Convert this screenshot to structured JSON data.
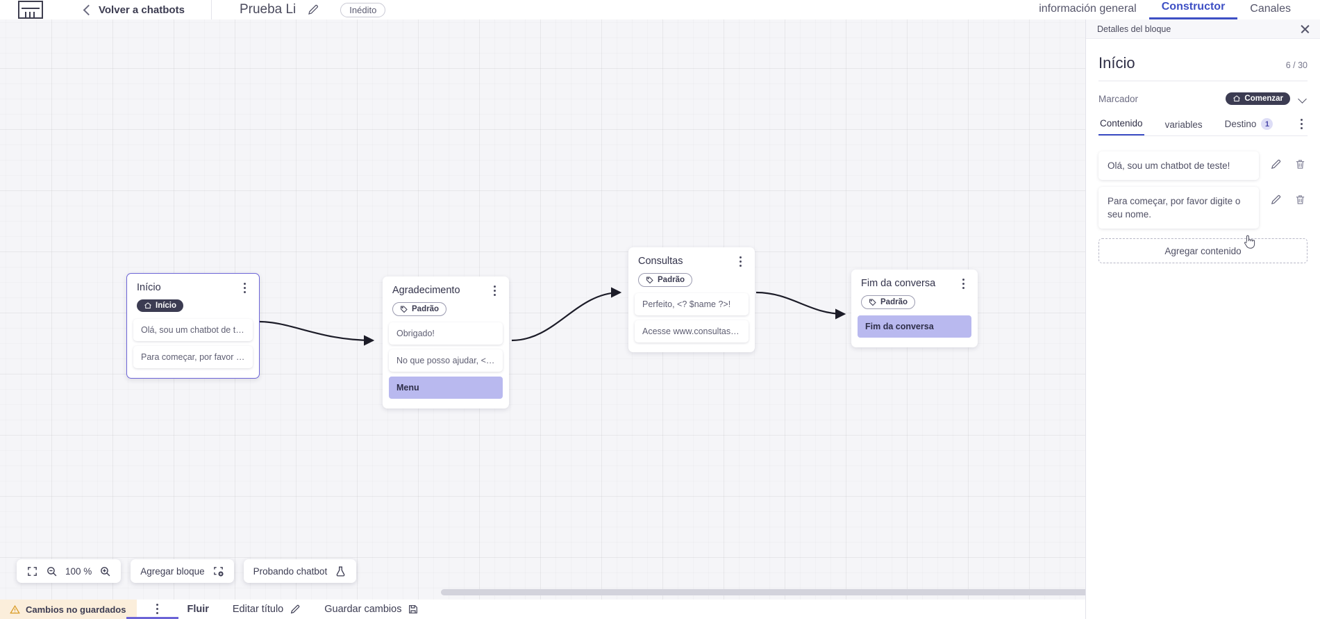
{
  "topbar": {
    "logo_name": "via-logo",
    "back_label": "Volver a chatbots",
    "bot_name": "Prueba Li",
    "edit_icon": "pencil-icon",
    "status_pill": "Inédito",
    "tabs": [
      {
        "label": "información general",
        "active": false
      },
      {
        "label": "Constructor",
        "active": true
      },
      {
        "label": "Canales",
        "active": false
      }
    ]
  },
  "canvas": {
    "nodes": [
      {
        "id": "inicio",
        "title": "Início",
        "tag": {
          "label": "Início",
          "style": "dark",
          "icon": "home-icon"
        },
        "selected": true,
        "messages": [
          {
            "text": "Olá, sou um chatbot de teste!",
            "style": "plain"
          },
          {
            "text": "Para começar, por favor digite o ...",
            "style": "plain"
          }
        ]
      },
      {
        "id": "agradecimento",
        "title": "Agradecimento",
        "tag": {
          "label": "Padrão",
          "style": "light",
          "icon": "tag-icon"
        },
        "selected": false,
        "messages": [
          {
            "text": "Obrigado!",
            "style": "plain"
          },
          {
            "text": "No que posso ajudar, <? $name ...",
            "style": "plain"
          },
          {
            "text": "Menu",
            "style": "menu"
          }
        ]
      },
      {
        "id": "consultas",
        "title": "Consultas",
        "tag": {
          "label": "Padrão",
          "style": "light",
          "icon": "tag-icon"
        },
        "selected": false,
        "messages": [
          {
            "text": "Perfeito, <? $name ?>!",
            "style": "plain"
          },
          {
            "text": "Acesse www.consultas.com par...",
            "style": "plain"
          }
        ]
      },
      {
        "id": "fim",
        "title": "Fim da conversa",
        "tag": {
          "label": "Padrão",
          "style": "light",
          "icon": "tag-icon"
        },
        "selected": false,
        "messages": [
          {
            "text": "Fim da conversa",
            "style": "menu"
          }
        ]
      }
    ],
    "toolbar": {
      "fit_icon": "fit-screen-icon",
      "zoom_out_icon": "zoom-out-icon",
      "zoom_level": "100 %",
      "zoom_in_icon": "zoom-in-icon",
      "add_block_label": "Agregar bloque",
      "add_block_icon": "add-block-icon",
      "test_chatbot_label": "Probando chatbot",
      "test_chatbot_icon": "flask-icon"
    }
  },
  "statusbar": {
    "unsaved_label": "Cambios no guardados",
    "warning_icon": "warning-icon",
    "kebab_icon": "kebab-icon",
    "flow_label": "Fluir",
    "edit_title_label": "Editar título",
    "edit_title_icon": "pencil-icon",
    "save_label": "Guardar cambios",
    "save_icon": "save-disk-icon"
  },
  "panel": {
    "header_title": "Detalles del bloque",
    "close_icon": "close-icon",
    "block_name": "Início",
    "counter": "6 / 30",
    "marker_label": "Marcador",
    "marker_value": "Comenzar",
    "marker_icon": "home-icon",
    "marker_chevron": "chevron-down-icon",
    "tabs": [
      {
        "label": "Contenido",
        "active": true,
        "badge": ""
      },
      {
        "label": "variables",
        "active": false,
        "badge": ""
      },
      {
        "label": "Destino",
        "active": false,
        "badge": "1"
      }
    ],
    "tabs_kebab_icon": "kebab-icon",
    "contents": [
      {
        "text": "Olá, sou um chatbot de teste!",
        "edit_icon": "pencil-icon",
        "delete_icon": "trash-icon"
      },
      {
        "text": "Para começar, por favor digite o seu nome.",
        "edit_icon": "pencil-icon",
        "delete_icon": "trash-icon"
      }
    ],
    "add_content_label": "Agregar contenido"
  },
  "colors": {
    "accent": "#3d4fc4",
    "purple": "#6b63d6",
    "menu_chip": "#b9b9ef",
    "dark_chip": "#3c3c52",
    "warning_bg": "#fbeedb",
    "canvas_bg": "#f5f5f8"
  }
}
